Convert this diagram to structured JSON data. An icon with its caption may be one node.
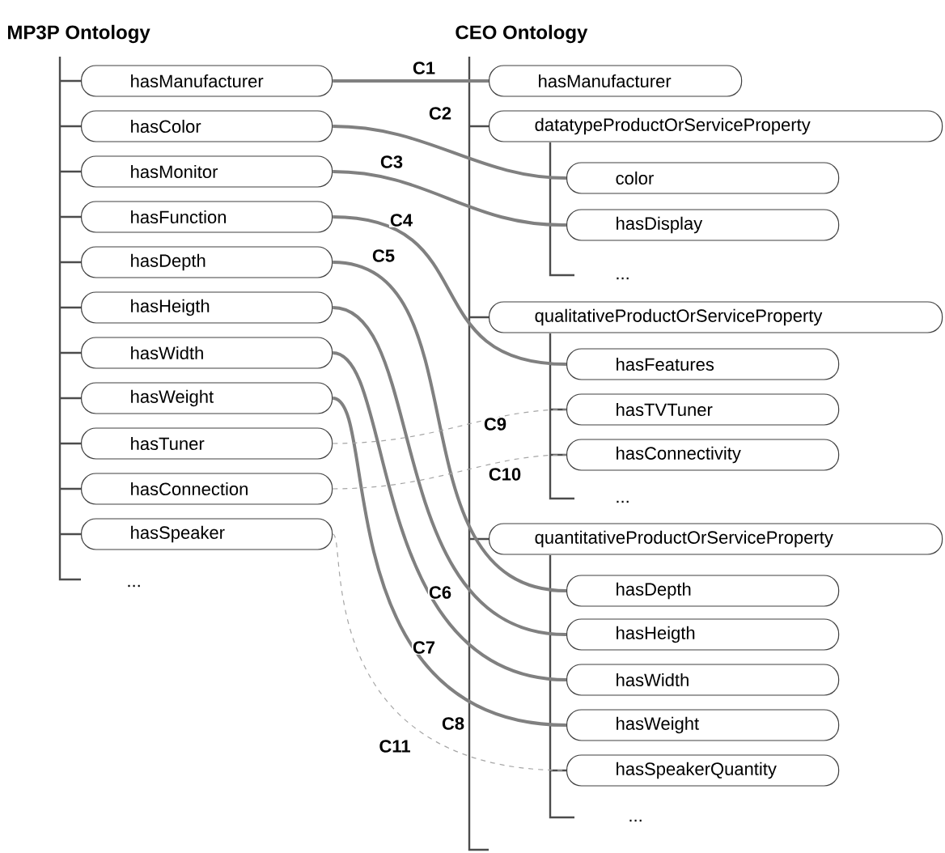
{
  "diagram": {
    "nodes": [
      {
        "text": [
          "hasManufacturer"
        ]
      },
      {
        "text": [
          "hasColor"
        ]
      },
      {
        "text": [
          "hasMonitor"
        ]
      },
      {
        "text": [
          "hasFunction"
        ]
      },
      {
        "text": [
          "hasDepth"
        ]
      },
      {
        "text": [
          "hasHeigth"
        ]
      },
      {
        "text": [
          "hasWidth"
        ]
      },
      {
        "text": [
          "hasWeight"
        ]
      },
      {
        "text": [
          "hasTuner"
        ]
      },
      {
        "text": [
          "hasConnection"
        ]
      },
      {
        "text": [
          "hasSpeaker"
        ]
      },
      {
        "text": [
          "hasManufacturer"
        ]
      },
      {
        "text": [
          "datatypeProductOrServiceProperty"
        ]
      },
      {
        "text": [
          "color"
        ]
      },
      {
        "text": [
          "hasDisplay"
        ]
      },
      {
        "text": [
          "qualitativeProductOrServiceProperty"
        ]
      },
      {
        "text": [
          "hasFeatures"
        ]
      },
      {
        "text": [
          "hasTVTuner"
        ]
      },
      {
        "text": [
          "hasConnectivity"
        ]
      },
      {
        "text": [
          "quantitativeProductOrServiceProperty"
        ]
      },
      {
        "text": [
          "hasDepth"
        ]
      },
      {
        "text": [
          "hasHeigth"
        ]
      },
      {
        "text": [
          "hasWidth"
        ]
      },
      {
        "text": [
          "hasWeight"
        ]
      },
      {
        "text": [
          "hasSpeakerQuantity"
        ]
      }
    ],
    "edges": [
      {
        "from": 0,
        "to": 11,
        "arrow": "none",
        "label": "C1"
      },
      {
        "from": 1,
        "to": 13,
        "arrow": "none",
        "label": "C2"
      },
      {
        "from": 2,
        "to": 14,
        "arrow": "none",
        "label": "C3"
      },
      {
        "from": 3,
        "to": 16,
        "arrow": "none",
        "label": "C4"
      },
      {
        "from": 4,
        "to": 20,
        "arrow": "none",
        "label": "C5"
      },
      {
        "from": 5,
        "to": 21,
        "arrow": "none",
        "label": "C6"
      },
      {
        "from": 6,
        "to": 22,
        "arrow": "none",
        "label": "C7"
      },
      {
        "from": 7,
        "to": 23,
        "arrow": "none",
        "label": "C8"
      },
      {
        "from": 8,
        "to": 17,
        "arrow": "none",
        "label": "C9",
        "style": "dashed",
        "color": "#a6a6a6"
      },
      {
        "from": 9,
        "to": 18,
        "arrow": "none",
        "label": "C10",
        "style": "dashed",
        "color": "#a6a6a6"
      },
      {
        "from": 10,
        "to": 24,
        "arrow": "none",
        "label": "C11",
        "style": "dashed",
        "color": "#a6a6a6"
      }
    ],
    "labels": [
      "MP3P Ontology",
      "CEO Ontology",
      "...",
      "...",
      "...",
      "..."
    ]
  }
}
